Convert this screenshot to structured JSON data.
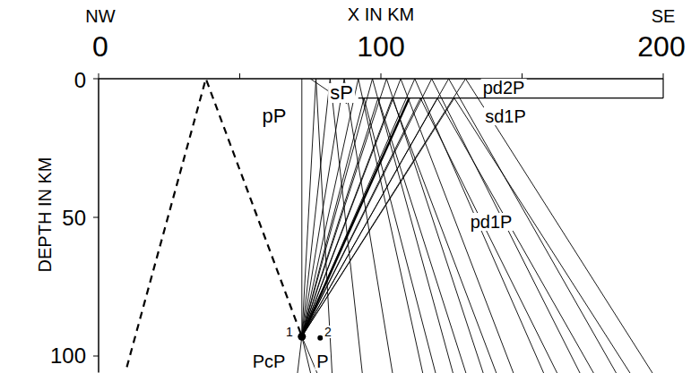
{
  "diagram": {
    "labels": [
      "NW",
      "X IN KM",
      "SE",
      "0",
      "100",
      "200",
      "0",
      "50",
      "100",
      "DEPTH IN KM",
      "pP",
      "sP",
      "pd2P",
      "sd1P",
      "pd1P",
      "1",
      "2",
      "PcP",
      "P"
    ]
  }
}
